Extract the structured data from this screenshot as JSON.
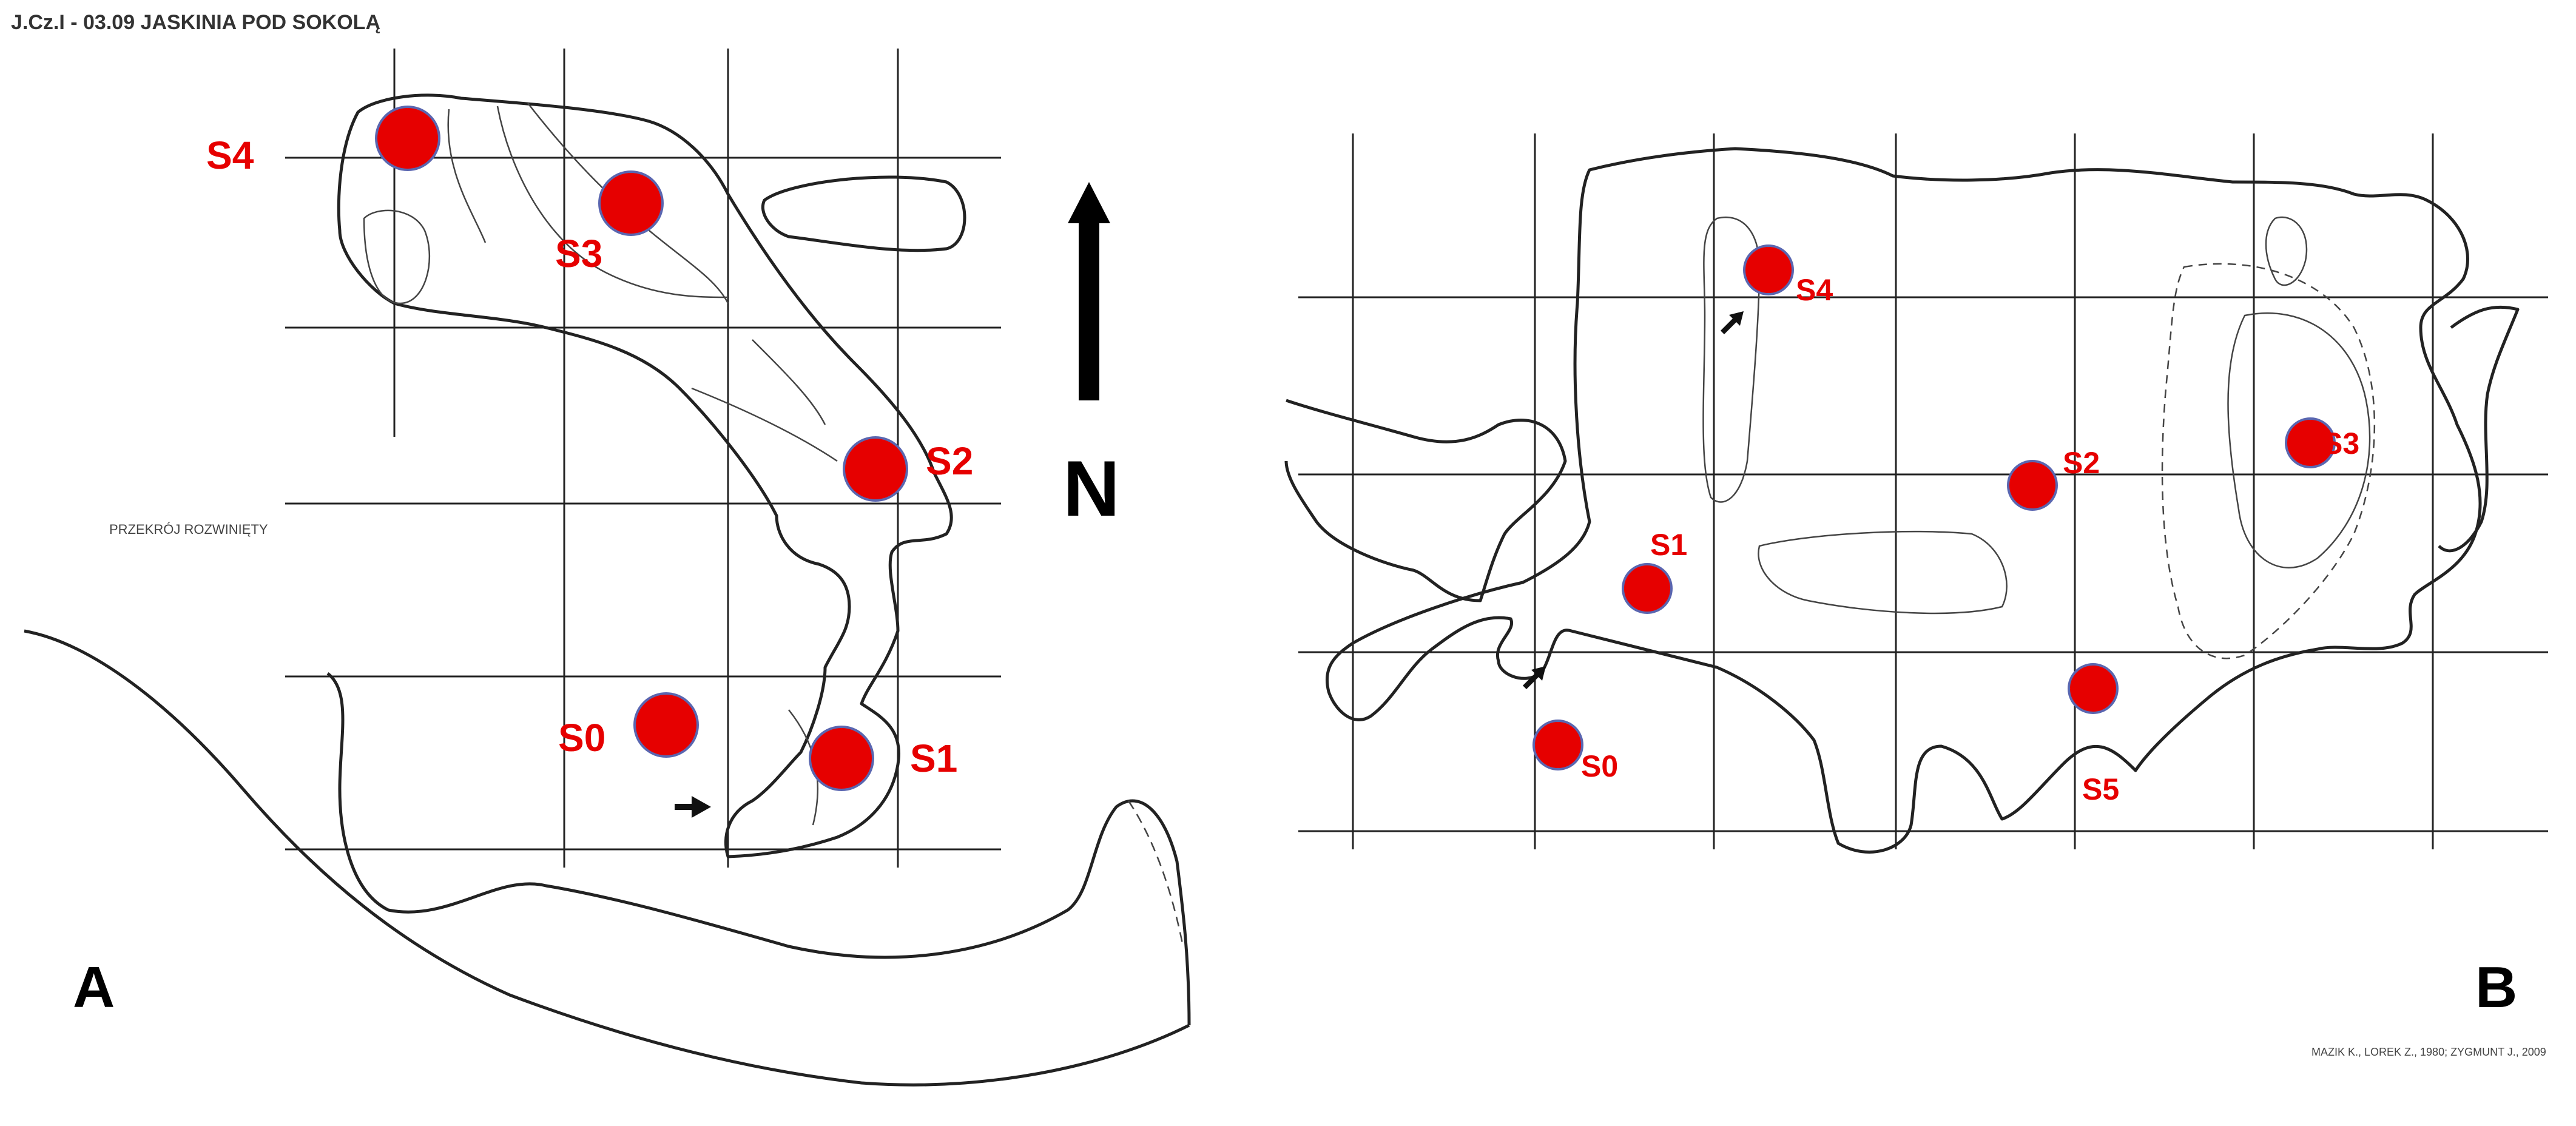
{
  "map": {
    "header": "J.Cz.I - 03.09  JASKINIA POD SOKOLĄ",
    "section_label": "PRZEKRÓJ  ROZWINIĘTY",
    "north_label": "N",
    "credit": "MAZIK K., LOREK Z., 1980;   ZYGMUNT J., 2009",
    "panel_a": {
      "label": "A",
      "sites": [
        "S4",
        "S3",
        "S2",
        "S0",
        "S1"
      ]
    },
    "panel_b": {
      "label": "B",
      "sites": [
        "S4",
        "S2",
        "S3",
        "S1",
        "S0",
        "S5"
      ]
    },
    "colors": {
      "site_marker": "#e60000",
      "marker_outline": "#5a66b0"
    }
  }
}
